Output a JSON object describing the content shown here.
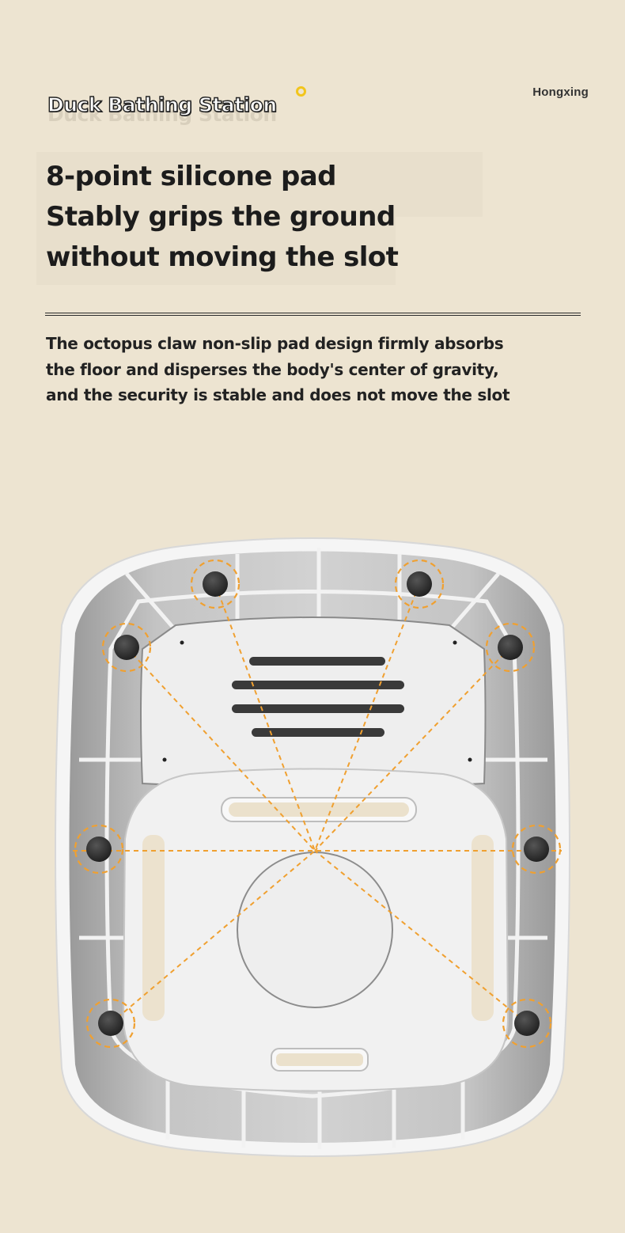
{
  "logo": {
    "text": "Duck Bathing Station"
  },
  "brand": "Hongxing",
  "headline": {
    "lines": [
      "8-point silicone pad",
      "Stably grips the ground",
      "without moving the slot"
    ]
  },
  "description": {
    "lines": [
      "The octopus claw non-slip pad design firmly absorbs",
      "the floor and disperses the body's center of gravity,",
      "and the security is stable and does not move the slot"
    ]
  },
  "colors": {
    "background": "#ede4d1",
    "accent_dash": "#f0a030",
    "logo_dot": "#f2c51c",
    "pad": "#2e2e2e"
  },
  "illustration": {
    "subject": "bathing station underside",
    "pad_count": 8
  }
}
